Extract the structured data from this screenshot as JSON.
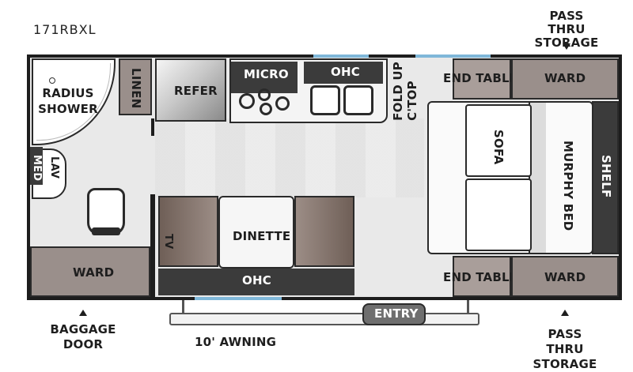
{
  "model": "171RBXL",
  "labels": {
    "pass_thru_top": "PASS THRU\nSTORAGE",
    "pass_thru_bottom": "PASS THRU\nSTORAGE",
    "baggage_door": "BAGGAGE\nDOOR",
    "awning": "10' AWNING",
    "radius_shower": "RADIUS\nSHOWER",
    "linen": "LINEN",
    "refer": "REFER",
    "micro": "MICRO",
    "ohc_top": "OHC",
    "fold_up_ctop": "FOLD UP\nC'TOP",
    "end_table_top": "END TABLE",
    "ward_top_right": "WARD",
    "sofa": "SOFA",
    "murphy_bed": "MURPHY BED",
    "shelf": "SHELF",
    "lav": "LAV",
    "med": "MED",
    "tv": "TV",
    "dinette": "DINETTE",
    "ohc_bottom": "OHC",
    "end_table_bottom": "END TABLE",
    "ward_bottom_right": "WARD",
    "ward_left": "WARD",
    "entry": "ENTRY"
  },
  "colors": {
    "wall": "#1d1d1d",
    "floor": "#e9e9e9",
    "cabinet": "#9a8f8b",
    "window": "#7fb7d9",
    "entry_button": "#6e6e6e"
  }
}
